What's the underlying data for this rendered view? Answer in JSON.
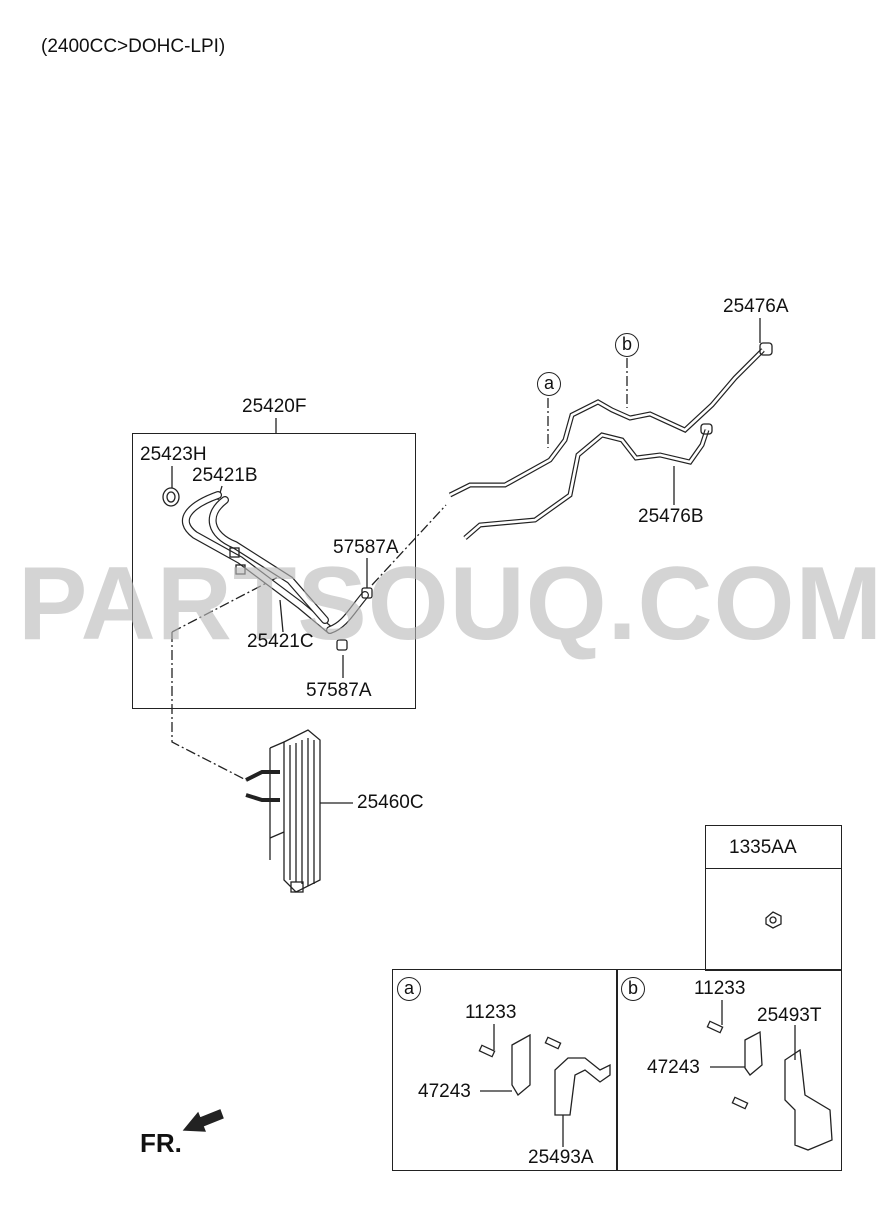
{
  "header": {
    "engine_spec": "(2400CC>DOHC-LPI)"
  },
  "watermark": "PARTSOUQ.COM",
  "parts": {
    "p25420F": "25420F",
    "p25423H": "25423H",
    "p25421B": "25421B",
    "p57587A_top": "57587A",
    "p25421C": "25421C",
    "p57587A_bottom": "57587A",
    "p25460C": "25460C",
    "p25476A": "25476A",
    "p25476B": "25476B",
    "p1335AA": "1335AA"
  },
  "markers": {
    "a": "a",
    "b": "b"
  },
  "detail_a": {
    "marker": "a",
    "p11233": "11233",
    "p47243": "47243",
    "p25493A": "25493A"
  },
  "detail_b": {
    "marker": "b",
    "p11233": "11233",
    "p25493T": "25493T",
    "p47243": "47243"
  },
  "direction": {
    "label": "FR."
  },
  "colors": {
    "line": "#222222",
    "watermark": "#b9b9b9"
  }
}
